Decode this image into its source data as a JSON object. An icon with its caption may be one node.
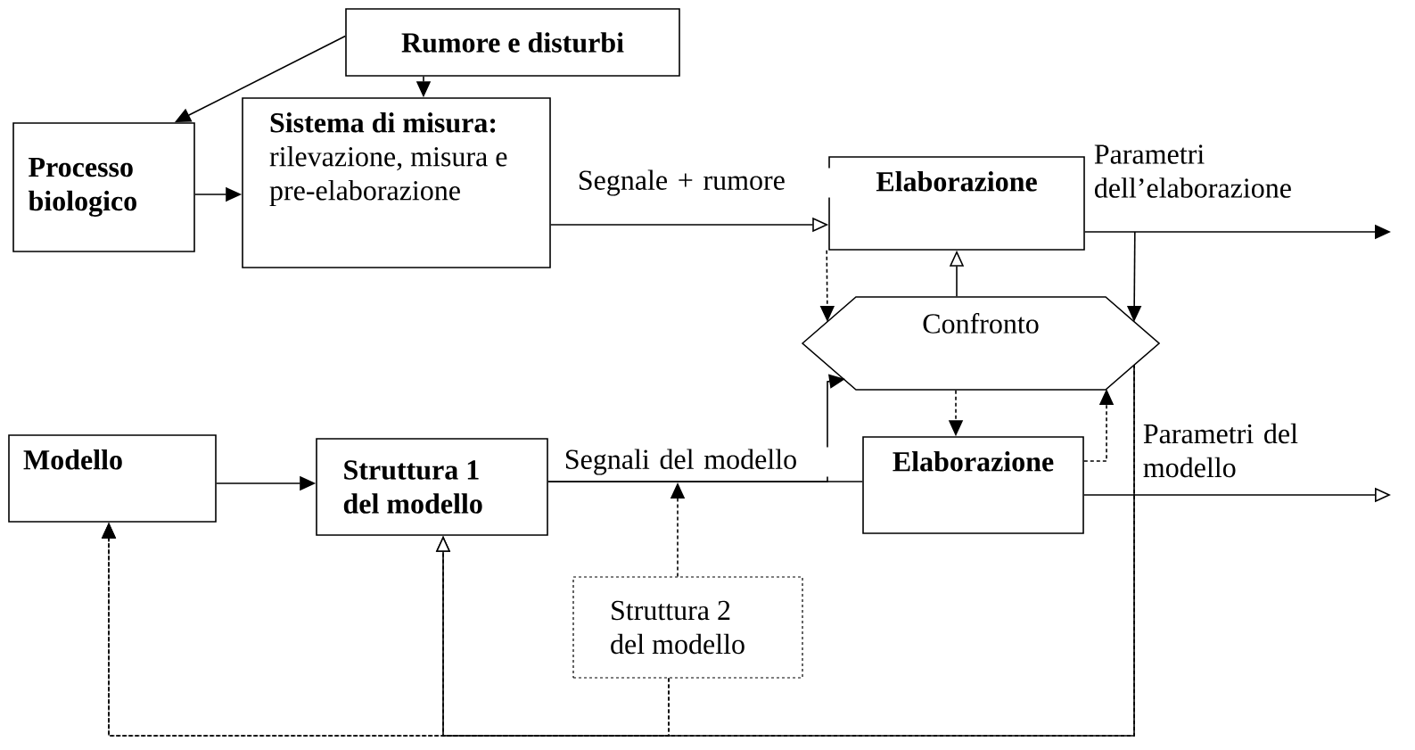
{
  "diagram": {
    "nodes": [
      {
        "text": [
          "Rumore e disturbi"
        ]
      },
      {
        "text": [
          "Processo biologico"
        ]
      },
      {
        "text": [
          "**Sistema di misura:** rilevazione, misura e pre-elaborazione"
        ]
      },
      {
        "text": [
          "Elaborazione"
        ]
      },
      {
        "text": [
          "Confronto"
        ]
      },
      {
        "text": [
          "Modello"
        ]
      },
      {
        "text": [
          "Struttura 1 del modello"
        ]
      },
      {
        "text": [
          "Elaborazione"
        ]
      },
      {
        "text": [
          "Struttura 2 del modello"
        ]
      }
    ],
    "edges": [
      {
        "from": 0,
        "to": 1,
        "arrow": "to"
      },
      {
        "from": 0,
        "to": 2,
        "arrow": "to"
      },
      {
        "from": 1,
        "to": 2,
        "arrow": "to"
      },
      {
        "from": 2,
        "to": 3,
        "arrow": "to",
        "label": "Segnale + rumore"
      },
      {
        "from": 3,
        "to": 4,
        "arrow": "to",
        "style": "dashed"
      },
      {
        "from": 3,
        "to": 4,
        "arrow": "to"
      },
      {
        "from": 4,
        "to": 3,
        "arrow": "to"
      },
      {
        "from": 3,
        "to": null,
        "arrow": "to",
        "label": "Parametri dell’elaborazione"
      },
      {
        "from": 5,
        "to": 6,
        "arrow": "to"
      },
      {
        "from": 6,
        "to": 7,
        "arrow": "none",
        "label": "Segnali del modello"
      },
      {
        "from": 6,
        "to": 4,
        "arrow": "to"
      },
      {
        "from": 4,
        "to": 7,
        "arrow": "to",
        "style": "dashed"
      },
      {
        "from": 7,
        "to": 4,
        "arrow": "to",
        "style": "dashed"
      },
      {
        "from": 7,
        "to": null,
        "arrow": "to",
        "label": "Parametri del modello"
      },
      {
        "from": 4,
        "to": 5,
        "arrow": "to",
        "style": "dashed"
      },
      {
        "from": 4,
        "to": 6,
        "arrow": "to"
      },
      {
        "from": 8,
        "to": 5,
        "arrow": "to",
        "style": "dashed"
      },
      {
        "from": 8,
        "to": 6,
        "arrow": "to",
        "style": "dashed"
      },
      {
        "from": 8,
        "to": null,
        "arrow": "to",
        "style": "dashed"
      }
    ]
  }
}
